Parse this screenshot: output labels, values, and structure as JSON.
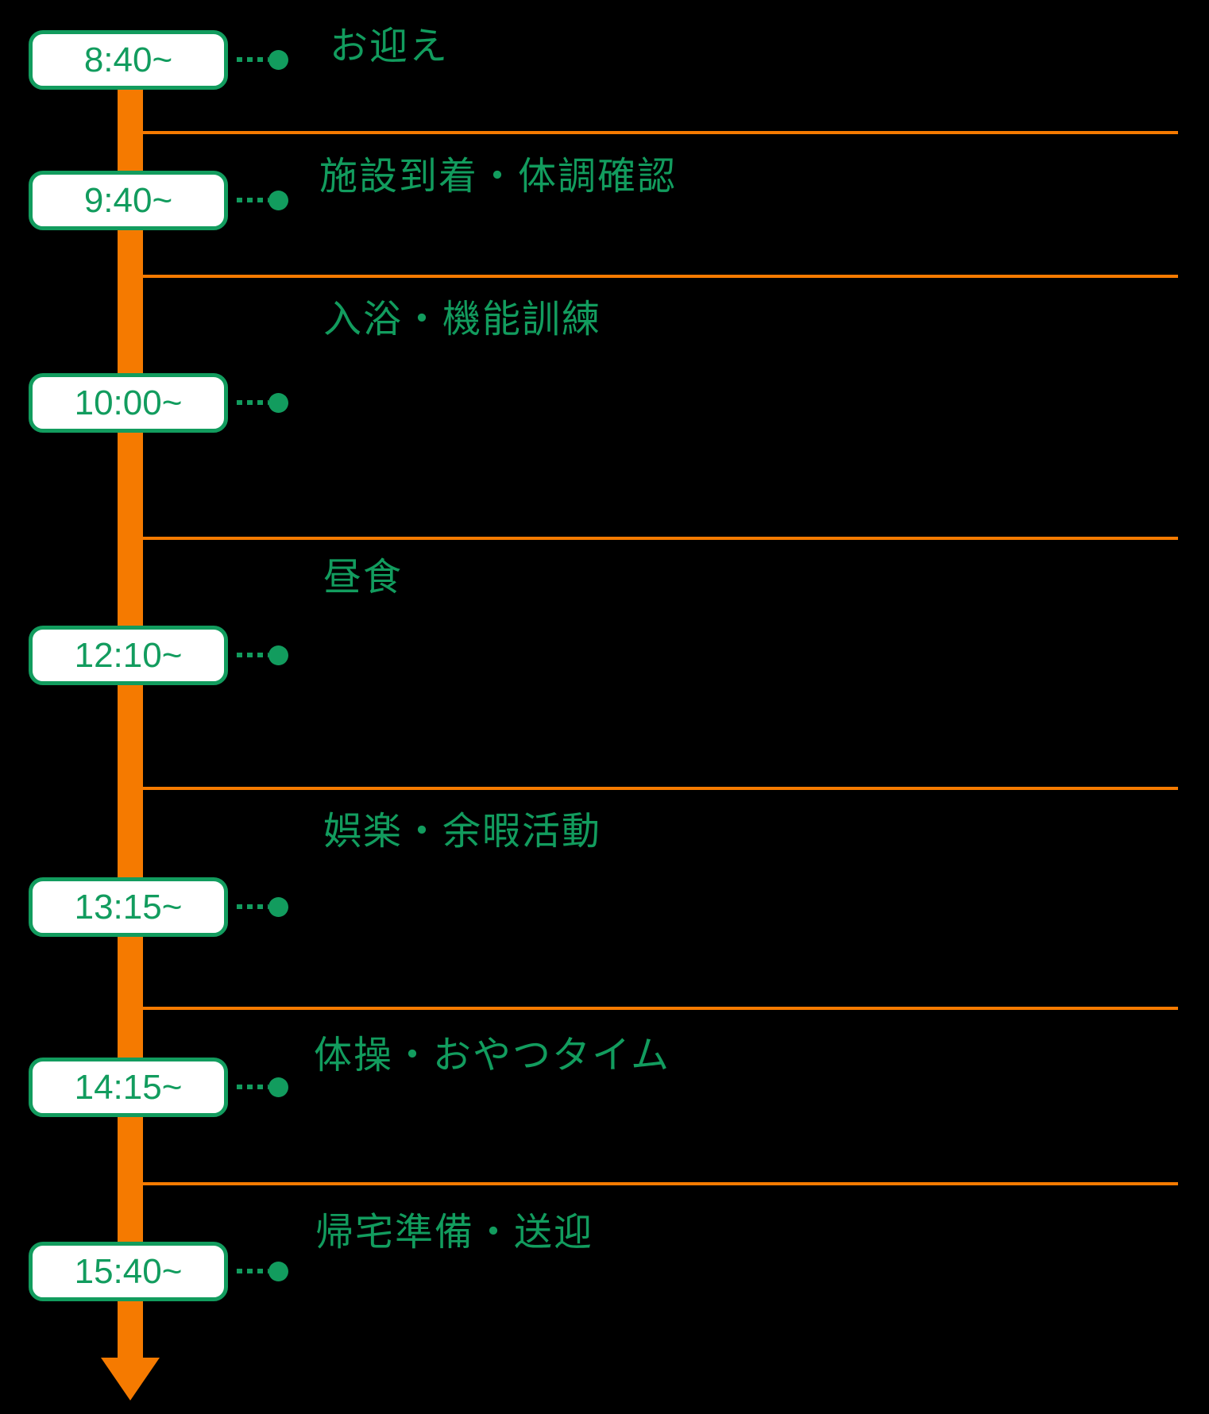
{
  "page": {
    "kind": "daily-schedule-timeline",
    "background": "#000000"
  },
  "colors": {
    "accent_orange": "#F57A00",
    "accent_green": "#129C5E",
    "badge_bg": "#FFFFFF",
    "page_bg": "#000000"
  },
  "timeline": {
    "items": [
      {
        "time": "8:40~",
        "label": "お迎え"
      },
      {
        "time": "9:40~",
        "label": "施設到着・体調確認"
      },
      {
        "time": "10:00~",
        "label": "入浴・機能訓練"
      },
      {
        "time": "12:10~",
        "label": "昼食"
      },
      {
        "time": "13:15~",
        "label": "娯楽・余暇活動"
      },
      {
        "time": "14:15~",
        "label": "体操・おやつタイム"
      },
      {
        "time": "15:40~",
        "label": "帰宅準備・送迎"
      }
    ]
  }
}
